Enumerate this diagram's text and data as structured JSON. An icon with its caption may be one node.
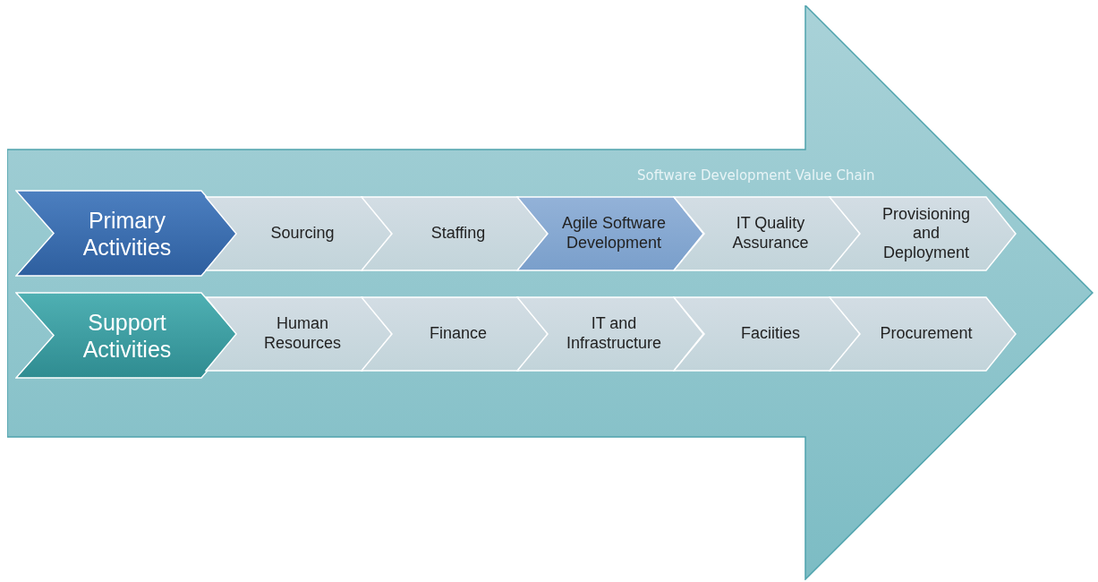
{
  "diagram": {
    "nodes": [
      {
        "text": [
          "Software Development Value Chain"
        ]
      },
      {
        "text": [
          "Primary Activities"
        ],
        "in": 0
      },
      {
        "text": [
          "Sourcing"
        ],
        "in": 0
      },
      {
        "text": [
          "Staffing"
        ],
        "in": 0
      },
      {
        "text": [
          "Agile Software Development"
        ],
        "in": 0
      },
      {
        "text": [
          "IT Quality Assurance"
        ],
        "in": 0
      },
      {
        "text": [
          "Provisioning and Deployment"
        ],
        "in": 0
      },
      {
        "text": [
          "Support Activities"
        ],
        "in": 0
      },
      {
        "text": [
          "Human Resources"
        ],
        "in": 0
      },
      {
        "text": [
          "Finance"
        ],
        "in": 0
      },
      {
        "text": [
          "IT and Infrastructure"
        ],
        "in": 0
      },
      {
        "text": [
          "Faciities"
        ],
        "in": 0
      },
      {
        "text": [
          "Procurement"
        ],
        "in": 0
      }
    ],
    "edges": []
  }
}
